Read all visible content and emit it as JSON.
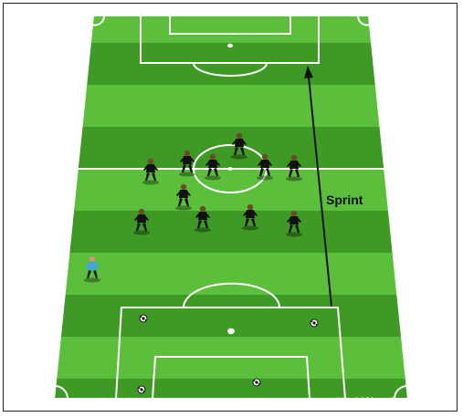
{
  "diagram": {
    "sprint_label": "Sprint",
    "watermark": "WorldClassCoaching.com"
  },
  "colors": {
    "grass_light": "#5cbf3c",
    "grass_dark": "#3e9a24",
    "line": "#ffffff",
    "player_kit": "#111111",
    "player_skin": "#6b4a2e",
    "highlight_player_kit": "#3fa7d6",
    "arrow": "#111111"
  },
  "players": {
    "defenders": 11,
    "highlighted": 1,
    "balls": 4
  }
}
